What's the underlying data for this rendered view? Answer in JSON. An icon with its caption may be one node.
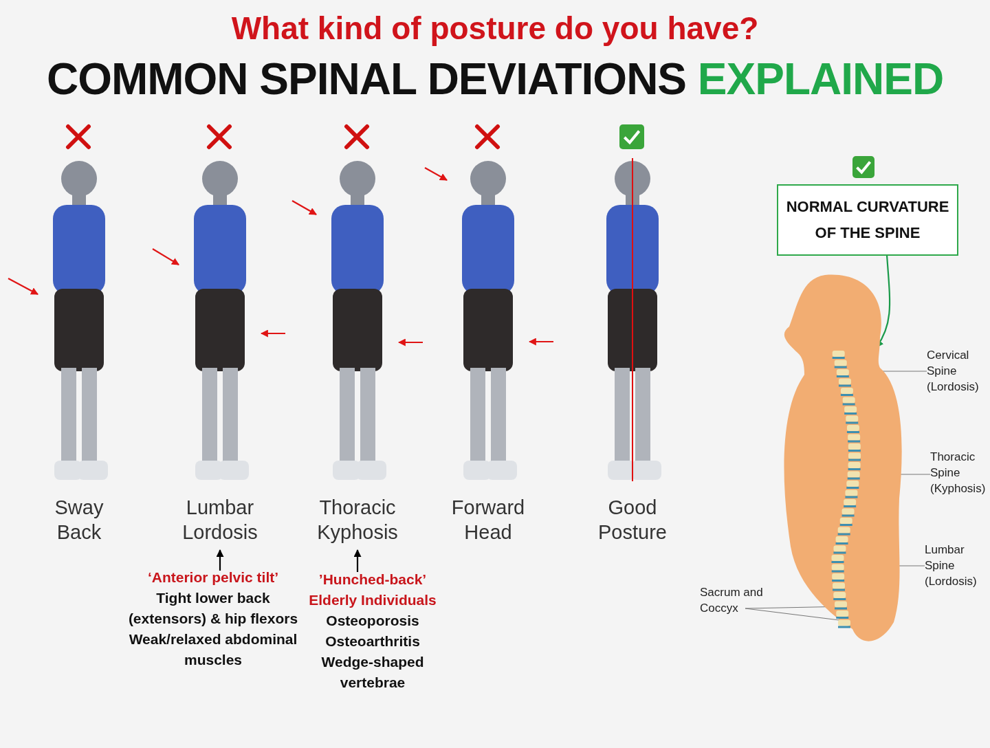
{
  "diagram": {
    "title": "COMMON SPINAL DEVIATIONS EXPLAINED",
    "nodes": [
      {
        "text": [],
        "shape": "picture",
        "beside": [
          "Sway Back"
        ]
      },
      {
        "text": [],
        "shape": "picture",
        "beside": [
          "Lumbar Lordosis"
        ]
      },
      {
        "text": [],
        "shape": "picture",
        "beside": [
          "Thoracic Kyphosis"
        ]
      },
      {
        "text": [],
        "shape": "picture",
        "beside": [
          "Forward Head"
        ]
      },
      {
        "text": [],
        "shape": "picture",
        "beside": [
          "Good Posture"
        ]
      },
      {
        "text": [
          "‘Anterior pelvic tilt’",
          "Tight **lower back** (extensors) & **hip flexors**",
          "**Weak/relaxed** **abdominal** muscles"
        ]
      },
      {
        "text": [
          "’Hunched-back’",
          "Elderly Individuals",
          "Osteoporosis",
          "Osteoarthritis",
          "Wedge-shaped vertebrae"
        ]
      },
      {
        "text": [
          "NORMAL CURVATURE OF THE SPINE"
        ]
      },
      {
        "text": [],
        "shape": "picture"
      },
      {
        "text": [
          "Cervical Spine (Lordosis)"
        ]
      },
      {
        "text": [
          "Thoracic Spine (Kyphosis)"
        ]
      },
      {
        "text": [
          "Lumbar Spine (Lordosis)"
        ]
      },
      {
        "text": [
          "Sacrum and Coccyx"
        ]
      }
    ],
    "edges": [
      {
        "from": null,
        "to": 0,
        "arrow": "to"
      },
      {
        "from": null,
        "to": 1,
        "arrow": "to"
      },
      {
        "from": null,
        "to": 1,
        "arrow": "to"
      },
      {
        "from": null,
        "to": 2,
        "arrow": "to"
      },
      {
        "from": null,
        "to": 2,
        "arrow": "to"
      },
      {
        "from": null,
        "to": 3,
        "arrow": "to"
      },
      {
        "from": null,
        "to": 3,
        "arrow": "to"
      },
      {
        "from": 5,
        "to": 1,
        "arrow": "to",
        "color": "#000000"
      },
      {
        "from": 6,
        "to": 2,
        "arrow": "to",
        "color": "#000000"
      },
      {
        "from": 7,
        "to": 8,
        "arrow": "to",
        "color": "#1a9a4a"
      },
      {
        "from": 9,
        "to": 8,
        "arrow": "none",
        "color": "#777777"
      },
      {
        "from": 10,
        "to": 8,
        "arrow": "none",
        "color": "#777777"
      },
      {
        "from": 11,
        "to": 8,
        "arrow": "none",
        "color": "#777777"
      },
      {
        "from": 12,
        "to": 8,
        "arrow": "none",
        "color": "#777777"
      },
      {
        "from": 12,
        "to": 8,
        "arrow": "none",
        "color": "#777777"
      }
    ],
    "labels": [
      "What kind of posture do you have?"
    ]
  }
}
